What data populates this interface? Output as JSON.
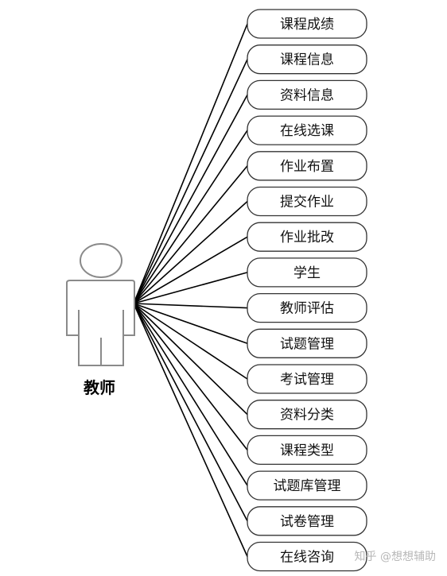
{
  "actor": {
    "label": "教师"
  },
  "use_cases": [
    {
      "label": "课程成绩"
    },
    {
      "label": "课程信息"
    },
    {
      "label": "资料信息"
    },
    {
      "label": "在线选课"
    },
    {
      "label": "作业布置"
    },
    {
      "label": "提交作业"
    },
    {
      "label": "作业批改"
    },
    {
      "label": "学生"
    },
    {
      "label": "教师评估"
    },
    {
      "label": "试题管理"
    },
    {
      "label": "考试管理"
    },
    {
      "label": "资料分类"
    },
    {
      "label": "课程类型"
    },
    {
      "label": "试题库管理"
    },
    {
      "label": "试卷管理"
    },
    {
      "label": "在线咨询"
    }
  ],
  "watermark": {
    "text": "知乎 @想想辅助"
  },
  "colors": {
    "line": "#000000",
    "box_stroke": "#333333",
    "actor_stroke": "#8a8a8a",
    "watermark": "#b8b8b8"
  }
}
